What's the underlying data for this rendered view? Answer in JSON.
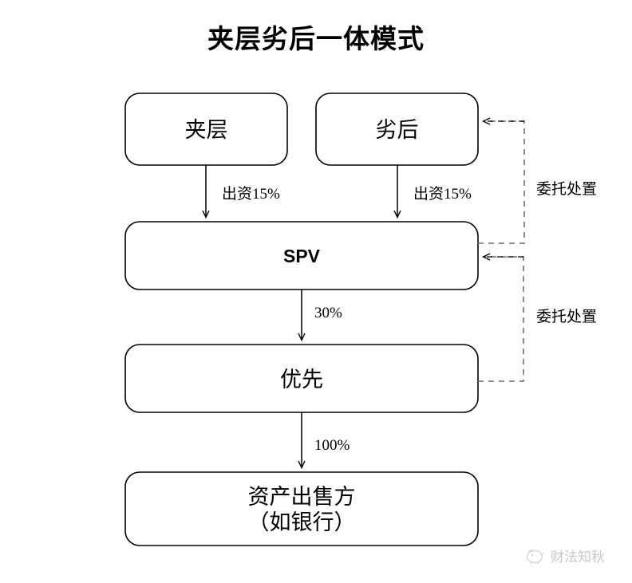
{
  "title": "夹层劣后一体模式",
  "nodes": [
    {
      "id": "mezzanine",
      "label": "夹层"
    },
    {
      "id": "subordinate",
      "label": "劣后"
    },
    {
      "id": "spv",
      "label": "SPV"
    },
    {
      "id": "senior",
      "label": "优先"
    },
    {
      "id": "asset-seller",
      "label": "资产出售方\n（如银行）"
    }
  ],
  "edges": [
    {
      "id": "mezzanine-to-spv",
      "label": "出资15%",
      "style": "solid"
    },
    {
      "id": "subordinate-to-spv",
      "label": "出资15%",
      "style": "solid"
    },
    {
      "id": "spv-to-senior",
      "label": "30%",
      "style": "solid"
    },
    {
      "id": "senior-to-asset-seller",
      "label": "100%",
      "style": "solid"
    },
    {
      "id": "spv-to-subordinate-mandate",
      "label": "委托处置",
      "style": "dashed"
    },
    {
      "id": "senior-to-spv-mandate",
      "label": "委托处置",
      "style": "dashed"
    }
  ],
  "watermark": {
    "text": "财法知秋",
    "icon": "piggy-logo-icon"
  },
  "colors": {
    "stroke": "#000000",
    "dashed_stroke": "#000000",
    "dashed_gray": "#808080",
    "background": "#ffffff",
    "watermark": "#9a9a9a"
  }
}
